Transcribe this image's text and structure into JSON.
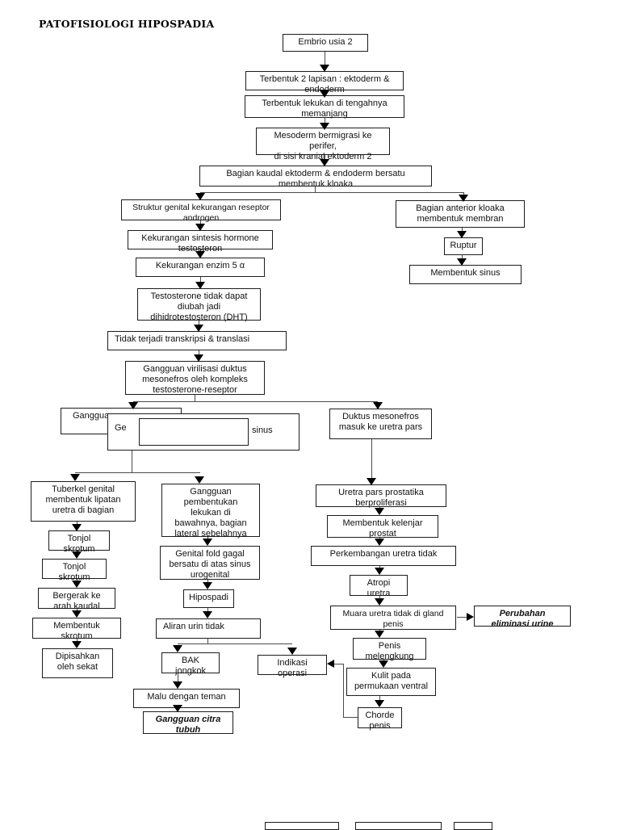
{
  "title": "PATOFISIOLOGI HIPOSPADIA",
  "colors": {
    "box_border": "#1c1c1c",
    "line": "#4a4a4a",
    "arrow": "#000000",
    "background": "#ffffff"
  },
  "nodes": {
    "embrio": {
      "label": "Embrio usia 2"
    },
    "lapisan": {
      "label": "Terbentuk 2 lapisan : ektoderm &",
      "clipped": "endoderm"
    },
    "lekukan": {
      "label": "Terbentuk lekukan di tengahnya",
      "clipped": "memanjang"
    },
    "mesoderm": {
      "label": "Mesoderm bermigrasi ke\nperifer,",
      "clipped": "di sisi kranial ektoderm 2"
    },
    "kaudal": {
      "label": "Bagian kaudal ektoderm & endoderm bersatu",
      "clipped": "membentuk kloaka"
    },
    "struktur": {
      "label": "Struktur genital kekurangan reseptor",
      "clipped": "androgen"
    },
    "sintesis": {
      "label": "Kekurangan sintesis hormone",
      "clipped": "testosteron"
    },
    "enzim": {
      "label": "Kekurangan enzim 5 α"
    },
    "testosterone": {
      "label": "Testosterone tidak dapat\ndiubah jadi",
      "clipped": "dihidrotestosteron (DHT)"
    },
    "transkripsi": {
      "label": "Tidak terjadi transkripsi & translasi"
    },
    "virilisasi": {
      "label": "Gangguan virilisasi duktus\nmesonefros oleh kompleks",
      "clipped": "testosterone-reseptor"
    },
    "kloaka": {
      "label": "Bagian anterior kloaka\nmembentuk membran"
    },
    "ruptur": {
      "label": "Ruptur"
    },
    "membentuk_sinus": {
      "label": "Membentuk sinus"
    },
    "overlap_back": {
      "label": "Gangguan pe"
    },
    "overlap_mid": {
      "left_fragment": "Ge",
      "right_fragment": "sinus"
    },
    "duktus": {
      "label": "Duktus mesonefros\nmasuk ke uretra pars"
    },
    "tuberkel": {
      "label": "Tuberkel genital\nmembentuk lipatan\nuretra di bagian"
    },
    "tonjol1": {
      "label": "Tonjol",
      "clipped": "skrotum"
    },
    "tonjol2": {
      "label": "Tonjol",
      "clipped": "skrotum"
    },
    "bergerak": {
      "label": "Bergerak ke",
      "clipped": "arah kaudal"
    },
    "membentuk_kiri": {
      "label": "Membentuk",
      "clipped": "skrotum"
    },
    "dipisahkan": {
      "label": "Dipisahkan\noleh sekat"
    },
    "gangguan_pembentukan": {
      "label": "Gangguan\npembentukan\nlekukan di\nbawahnya, bagian",
      "clipped": "lateral sebelahnya"
    },
    "genital_fold": {
      "label": "Genital fold gagal\nbersatu di atas sinus",
      "clipped": "urogenital"
    },
    "hipospadi": {
      "label": "Hipospadi"
    },
    "aliran": {
      "label": "Aliran urin tidak"
    },
    "bak": {
      "label": "BAK",
      "clipped": "jongkok"
    },
    "malu": {
      "label": "Malu dengan teman"
    },
    "citra": {
      "label": "Gangguan citra",
      "clipped": "tubuh"
    },
    "indikasi": {
      "label": "Indikasi",
      "clipped": "operasi"
    },
    "uretra_pars": {
      "label": "Uretra pars prostatika",
      "clipped": "berproliferasi"
    },
    "kelenjar": {
      "label": "Membentuk kelenjar",
      "clipped": "prostat"
    },
    "perkembangan": {
      "label": "Perkembangan uretra tidak"
    },
    "atropi": {
      "label": "Atropi",
      "clipped": "uretra"
    },
    "muara": {
      "label": "Muara uretra tidak di gland",
      "clipped": "penis"
    },
    "perubahan": {
      "label": "Perubahan",
      "clipped": "eliminasi urine"
    },
    "penis": {
      "label": "Penis",
      "clipped": "melengkung"
    },
    "kulit": {
      "label": "Kulit pada\npermukaan ventral"
    },
    "chorde": {
      "label": "Chorde",
      "clipped": "penis"
    }
  }
}
